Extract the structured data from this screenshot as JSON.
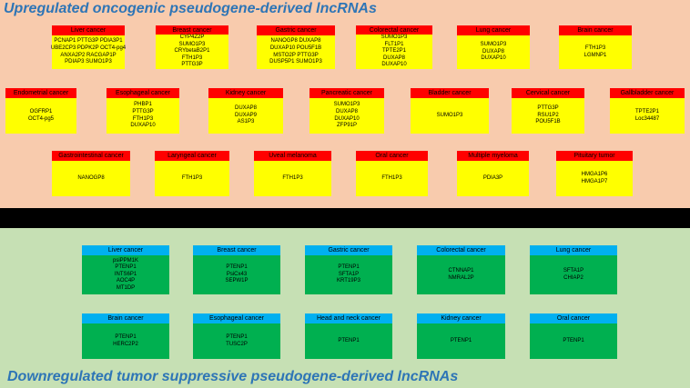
{
  "upregulated": {
    "heading": "Upregulated oncogenic pseudogene-derived lncRNAs",
    "cards": [
      {
        "title": "Liver cancer",
        "genes": [
          "PCNAP1 PTTG3P PDIA3P1",
          "UBE2CP3 PDPK2P OCT4-pg4",
          "ANXA2P2 RACGAP1P",
          "PDIAP3 SUMO1P3"
        ]
      },
      {
        "title": "Breast cancer",
        "genes": [
          "CYP4Z2P",
          "SUMO1P3",
          "CRYbetaB2P1",
          "FTH1P3",
          "PTTG3P"
        ]
      },
      {
        "title": "Gastric cancer",
        "genes": [
          "NANOGP8 DUXAP8",
          "DUXAP10 POU5F1B",
          "MSTO2P PTTG3P",
          "DUSP5P1 SUMO1P3"
        ]
      },
      {
        "title": "Colorectal cancer",
        "genes": [
          "SUMO1P3",
          "FLT1P1",
          "TPTE2P1",
          "DUXAP8",
          "DUXAP10"
        ]
      },
      {
        "title": "Lung cancer",
        "genes": [
          "SUMO1P3",
          "DUXAP8",
          "DUXAP10"
        ]
      },
      {
        "title": "Brain cancer",
        "genes": [
          "FTH1P3",
          "LGMNP1"
        ]
      },
      {
        "title": "Endometrial cancer",
        "genes": [
          "OGFRP1",
          "OCT4-pg5"
        ]
      },
      {
        "title": "Esophageal cancer",
        "genes": [
          "PHBP1",
          "PTTG3P",
          "FTH1P3",
          "DUXAP10"
        ]
      },
      {
        "title": "Kidney cancer",
        "genes": [
          "DUXAP8",
          "DUXAP9",
          "AS1P3"
        ]
      },
      {
        "title": "Pancreatic cancer",
        "genes": [
          "SUMO1P3",
          "DUXAP8",
          "DUXAP10",
          "ZFP91P"
        ]
      },
      {
        "title": "Bladder cancer",
        "genes": [
          "SUMO1P3"
        ]
      },
      {
        "title": "Cervical cancer",
        "genes": [
          "PTTG3P",
          "RSU1P2",
          "POU5F1B"
        ]
      },
      {
        "title": "Gallbladder cancer",
        "genes": [
          "TPTE2P1",
          "Loc34487"
        ]
      },
      {
        "title": "Gastrointestinal cancer",
        "genes": [
          "NANOGP8"
        ]
      },
      {
        "title": "Laryngeal cancer",
        "genes": [
          "FTH1P3"
        ]
      },
      {
        "title": "Uveal melanoma",
        "genes": [
          "FTH1P3"
        ]
      },
      {
        "title": "Oral cancer",
        "genes": [
          "FTH1P3"
        ]
      },
      {
        "title": "Multiple myeloma",
        "genes": [
          "PDIA3P"
        ]
      },
      {
        "title": "Pituitary tumor",
        "genes": [
          "HMGA1P6",
          "HMGA1P7"
        ]
      }
    ]
  },
  "downregulated": {
    "heading": "Downregulated tumor suppressive pseudogene-derived lncRNAs",
    "cards": [
      {
        "title": "Liver cancer",
        "genes": [
          "psiPPM1K",
          "PTENP1",
          "INTS6P1",
          "AOC4P",
          "MT1DP"
        ]
      },
      {
        "title": "Breast cancer",
        "genes": [
          "PTENP1",
          "PsiCx43",
          "SEPW1P"
        ]
      },
      {
        "title": "Gastric cancer",
        "genes": [
          "PTENP1",
          "SFTA1P",
          "KRT19P3"
        ]
      },
      {
        "title": "Colorectal cancer",
        "genes": [
          "CTNNAP1",
          "NMRAL2P"
        ]
      },
      {
        "title": "Lung cancer",
        "genes": [
          "SFTA1P",
          "CHIAP2"
        ]
      },
      {
        "title": "Brain cancer",
        "genes": [
          "PTENP1",
          "HERC2P2"
        ]
      },
      {
        "title": "Esophageal cancer",
        "genes": [
          "PTENP1",
          "TUSC2P"
        ]
      },
      {
        "title": "Head and neck cancer",
        "genes": [
          "PTENP1"
        ]
      },
      {
        "title": "Kidney cancer",
        "genes": [
          "PTENP1"
        ]
      },
      {
        "title": "Oral cancer",
        "genes": [
          "PTENP1"
        ]
      }
    ]
  },
  "colors": {
    "top_background": "#f8cbad",
    "bottom_background": "#c6e0b4",
    "band": "#000000",
    "heading": "#2e75b6",
    "oncogenic_title": "#ff0000",
    "oncogenic_body": "#ffff00",
    "suppressive_title": "#00b0f0",
    "suppressive_body": "#00b050"
  }
}
